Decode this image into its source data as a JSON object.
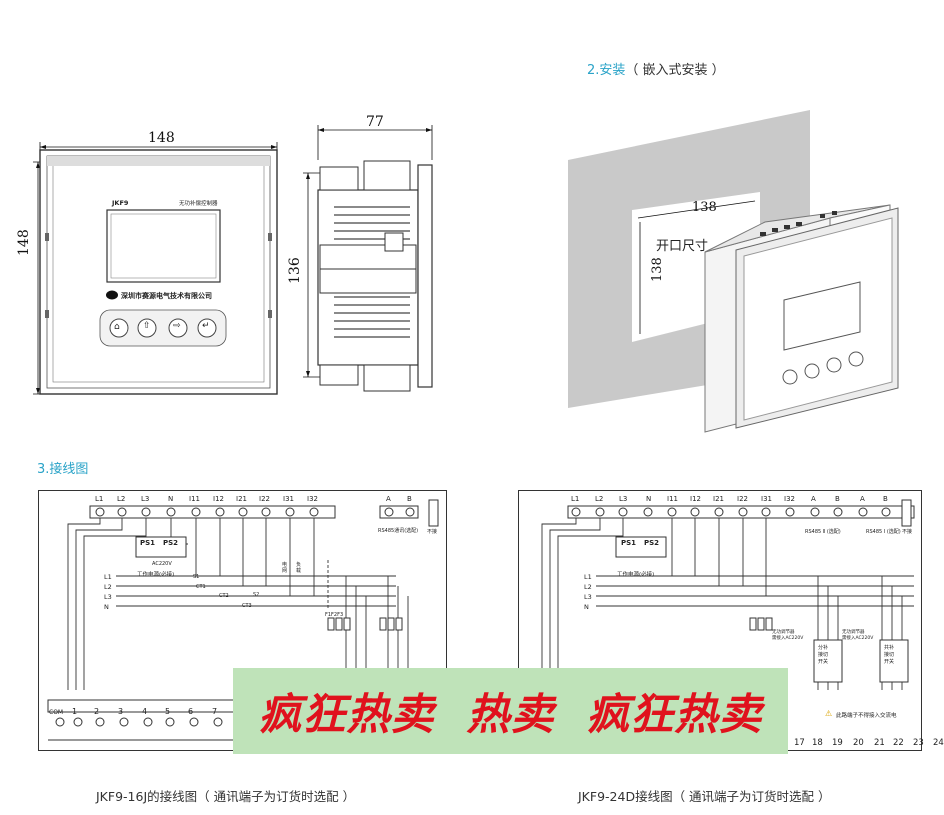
{
  "section_install": {
    "title": "2.安装",
    "note": "（ 嵌入式安装 ）",
    "cutout_w": "138",
    "cutout_h": "138",
    "cutout_label": "开口尺寸"
  },
  "section_wiring": {
    "title": "3.接线图"
  },
  "dimensions": {
    "front_w": "148",
    "front_h": "148",
    "side_depth": "77",
    "side_h": "136"
  },
  "device": {
    "model": "JKF9",
    "name": "无功补偿控制器",
    "company": "深圳市赛源电气技术有限公司"
  },
  "wiring_left": {
    "caption": "JKF9-16J的接线图（ 通讯端子为订货时选配 ）",
    "terminals": [
      "L1",
      "L2",
      "L3",
      "N",
      "I11",
      "I12",
      "I21",
      "I22",
      "I31",
      "I32"
    ],
    "comm_terminals": [
      "A",
      "B"
    ],
    "comm_label": "RS485通讯(选配)",
    "ground_label": "不接",
    "power_labels": [
      "PS1",
      "PS2"
    ],
    "power_note": "AC220V",
    "power_desc": "工作电源(必接)",
    "bus": [
      "L1",
      "L2",
      "L3",
      "N"
    ],
    "ct_labels": [
      "S1",
      "S2",
      "CT1",
      "CT2",
      "CT3"
    ],
    "grid_label": "电网",
    "load_label": "负载",
    "fuse_label": "F1F2F3",
    "com_label": "COM",
    "outputs": [
      "1",
      "2",
      "3",
      "4",
      "5",
      "6",
      "7"
    ]
  },
  "wiring_right": {
    "caption": "JKF9-24D接线图（ 通讯端子为订货时选配 ）",
    "terminals": [
      "L1",
      "L2",
      "L3",
      "N",
      "I11",
      "I12",
      "I21",
      "I22",
      "I31",
      "I32"
    ],
    "comm_terminals": [
      "A",
      "B",
      "A",
      "B"
    ],
    "comm_label_1": "RS485 Ⅱ (选配)",
    "comm_label_2": "RS485 Ⅰ (选配)",
    "ground_label": "不接",
    "power_labels": [
      "PS1",
      "PS2"
    ],
    "power_desc": "工作电源(必接)",
    "bus": [
      "L1",
      "L2",
      "L3",
      "N"
    ],
    "switch_note_1": "无功调节器\n需接入AC220V",
    "switch_note_2": "无功调节器\n需接入AC220V",
    "switch_label_1": "分补\n接切\n开关",
    "switch_label_2": "共补\n接切\n开关",
    "warning": "此路端子不得接入交流电",
    "outputs": [
      "17",
      "18",
      "19",
      "20",
      "21",
      "22",
      "23",
      "24"
    ]
  },
  "banner": {
    "text": "疯狂热卖  热卖  疯狂热卖"
  },
  "colors": {
    "accent": "#2aa3c8",
    "banner_bg": "#bfe3b9",
    "banner_text": "#e0121d",
    "panel": "#c9c9c9"
  }
}
